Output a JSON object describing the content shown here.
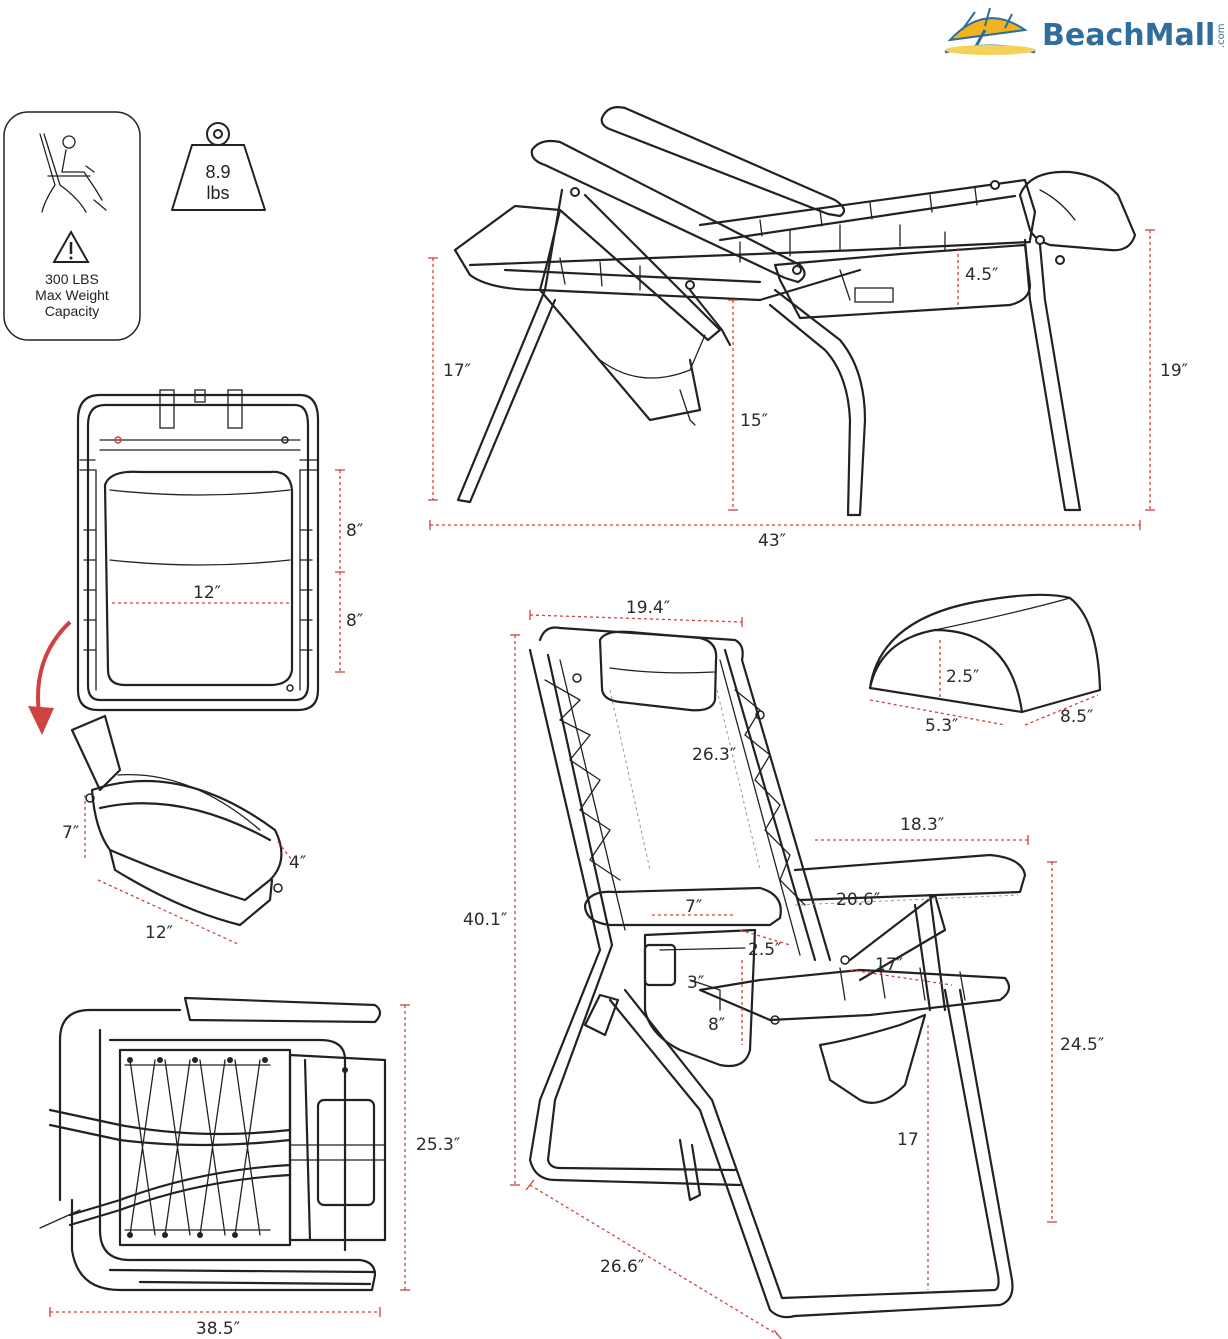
{
  "brand": {
    "name": "BeachMall",
    "suffix": ".com"
  },
  "specs": {
    "weight_value": "8.9",
    "weight_unit": "lbs",
    "capacity_line1": "300 LBS",
    "capacity_line2": "Max Weight",
    "capacity_line3": "Capacity"
  },
  "icons": [
    "person-seated-icon",
    "weight-icon",
    "warning-icon",
    "logo-umbrella-icon"
  ],
  "colors": {
    "dimension_line": "#cf4242",
    "outline": "#222222",
    "brand": "#2f6d9c"
  },
  "dimensions": {
    "reclined_height_back": "17″",
    "reclined_seat_height": "15″",
    "reclined_pillow": "4.5″",
    "reclined_height_front": "19″",
    "reclined_length": "43″",
    "back_panel_upper": "8″",
    "back_panel_lower": "8″",
    "back_panel_width": "12″",
    "cooler_height": "7″",
    "cooler_depth": "4″",
    "cooler_length": "12″",
    "folded_height": "25.3″",
    "folded_length": "38.5″",
    "upright_width": "19.4″",
    "upright_total_height": "40.1″",
    "upright_back_height": "26.3″",
    "upright_arm_length": "18.3″",
    "upright_arm_width": "20.6″",
    "pouch_width": "7″",
    "pouch_depth": "2.5″",
    "pouch_small": "3″",
    "pouch_height": "8″",
    "seat_depth": "17″",
    "arm_height": "24.5″",
    "seat_height": "17",
    "upright_depth": "26.6″",
    "pillow_height": "2.5″",
    "pillow_width": "5.3″",
    "pillow_length": "8.5″"
  }
}
